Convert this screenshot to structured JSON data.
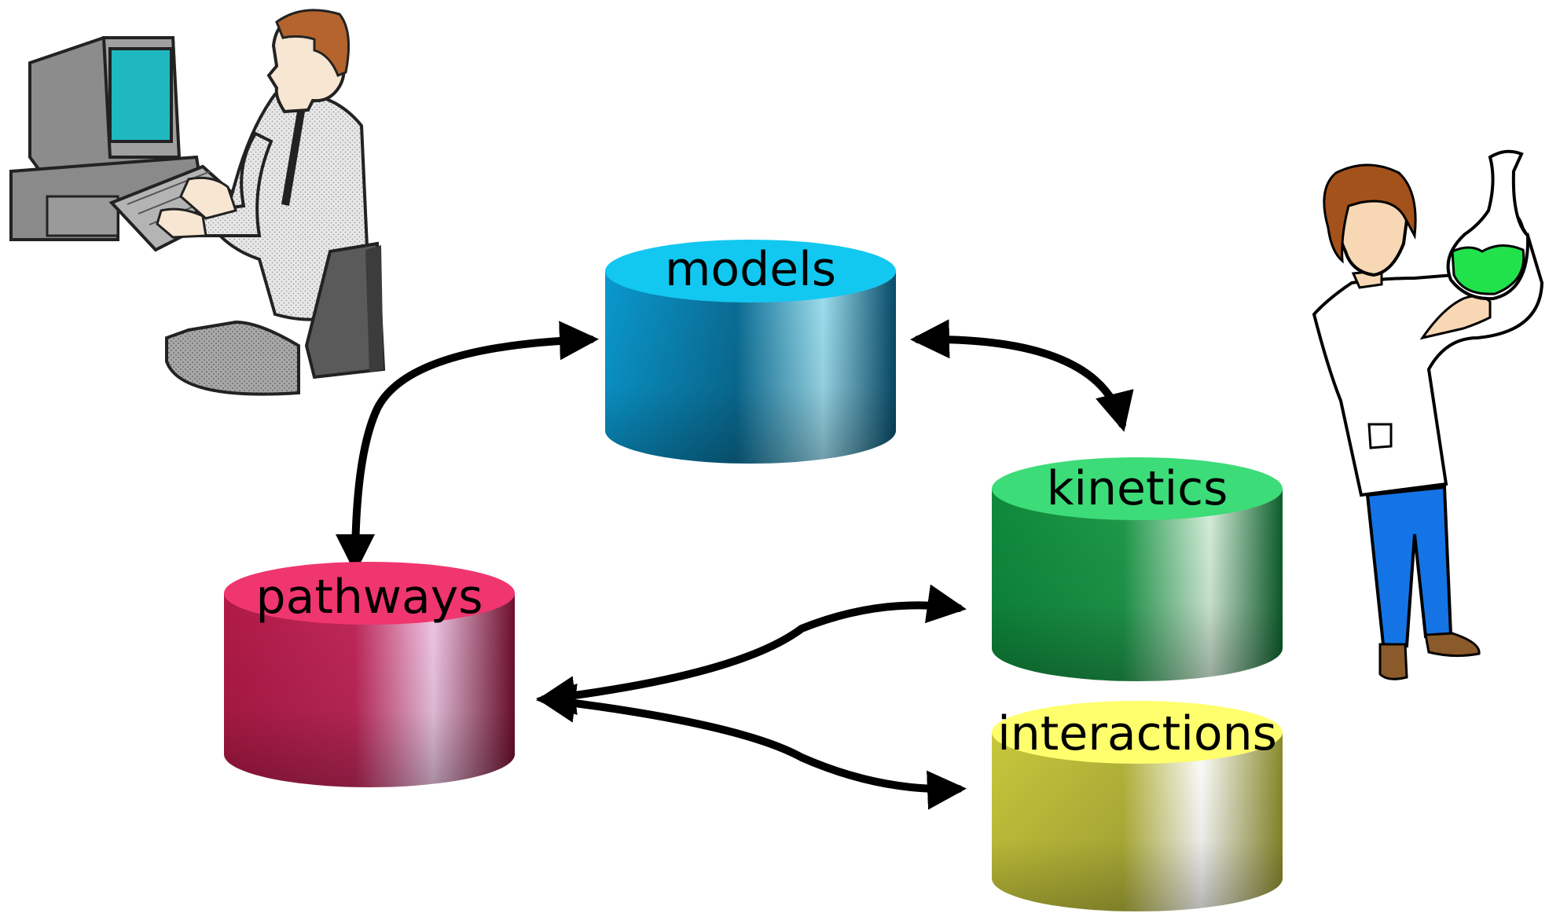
{
  "databases": [
    {
      "id": "models",
      "label": "models",
      "color": "#12c8f0"
    },
    {
      "id": "kinetics",
      "label": "kinetics",
      "color": "#3cdc78"
    },
    {
      "id": "pathways",
      "label": "pathways",
      "color": "#f0366e"
    },
    {
      "id": "interactions",
      "label": "interactions",
      "color": "#ffff6e"
    }
  ],
  "figures": [
    {
      "id": "computer-user",
      "icon": "person-at-computer-icon"
    },
    {
      "id": "lab-scientist",
      "icon": "scientist-with-flask-icon"
    }
  ],
  "connections": [
    {
      "from": "models",
      "to": "pathways",
      "direction": "both"
    },
    {
      "from": "models",
      "to": "kinetics",
      "direction": "both"
    },
    {
      "from": "pathways",
      "to": "kinetics",
      "direction": "both"
    },
    {
      "from": "pathways",
      "to": "interactions",
      "direction": "both"
    }
  ]
}
